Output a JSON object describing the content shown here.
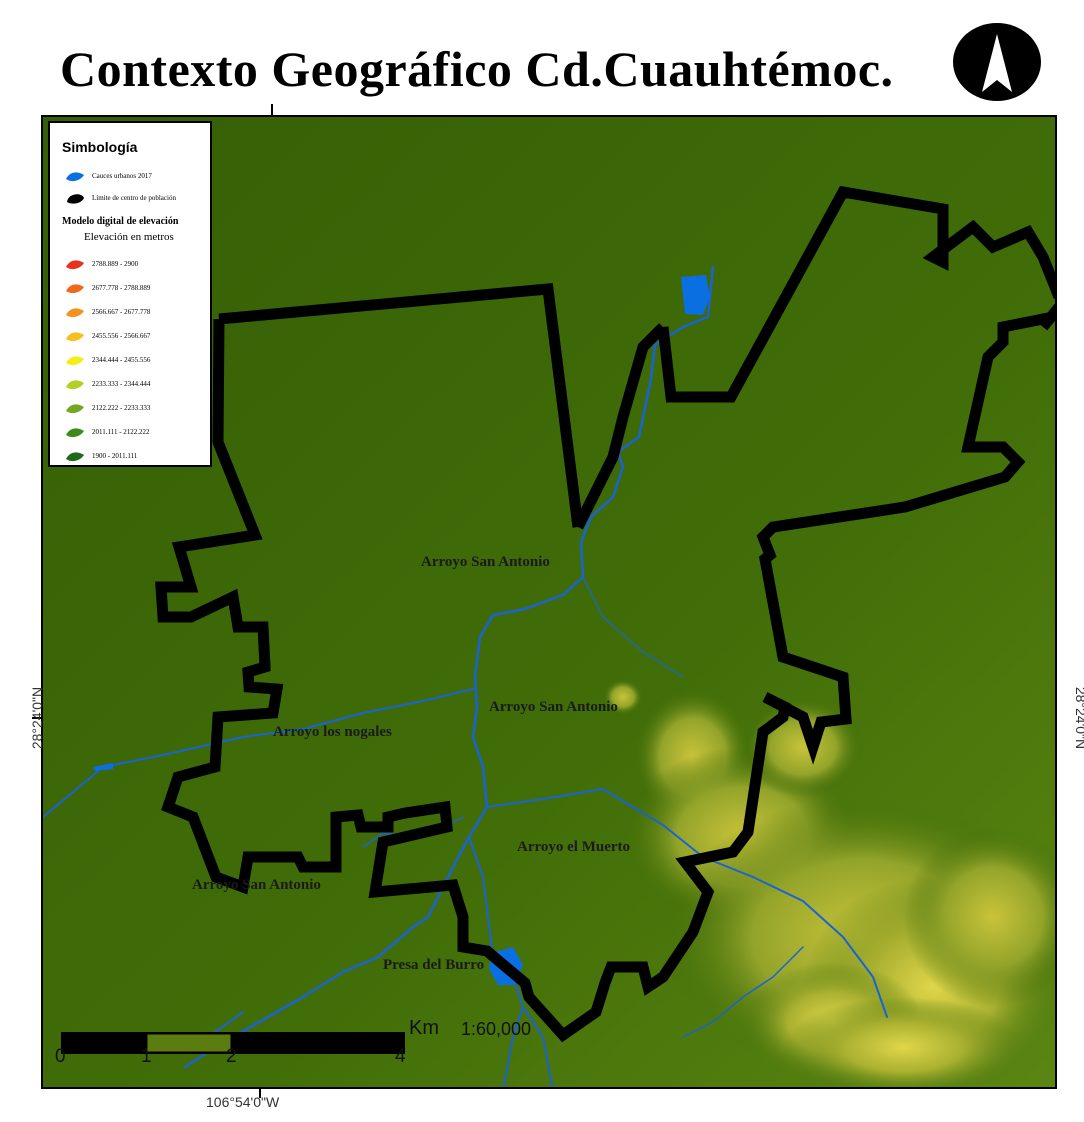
{
  "title": "Contexto Geográfico Cd.Cuauhtémoc.",
  "legend": {
    "title": "Simbología",
    "items": [
      {
        "label": "Cauces urbanos 2017",
        "color": "#0a6fe0"
      },
      {
        "label": "Límite de centro de población",
        "color": "#000000"
      }
    ],
    "dem_title": "Modelo digital de elevación",
    "dem_subtitle": "Elevación en metros",
    "classes": [
      {
        "label": "2788.889 - 2900",
        "color": "#e8321c"
      },
      {
        "label": "2677.778 - 2788.889",
        "color": "#f06a1e"
      },
      {
        "label": "2566.667 - 2677.778",
        "color": "#f3931f"
      },
      {
        "label": "2455.556 - 2566.667",
        "color": "#f6bf1f"
      },
      {
        "label": "2344.444 - 2455.556",
        "color": "#f3ee17"
      },
      {
        "label": "2233.333 - 2344.444",
        "color": "#b5cf22"
      },
      {
        "label": "2122.222 - 2233.333",
        "color": "#74a822"
      },
      {
        "label": "2011.111 - 2122.222",
        "color": "#3f8a1c"
      },
      {
        "label": "1900 - 2011.111",
        "color": "#1e6a1a"
      }
    ]
  },
  "labels": [
    {
      "text": "Arroyo San Antonio",
      "name": "label-arroyo-san-antonio-north"
    },
    {
      "text": "Arroyo San Antonio",
      "name": "label-arroyo-san-antonio-center"
    },
    {
      "text": "Arroyo los nogales",
      "name": "label-arroyo-los-nogales"
    },
    {
      "text": "Arroyo el Muerto",
      "name": "label-arroyo-el-muerto"
    },
    {
      "text": "Arroyo San Antonio",
      "name": "label-arroyo-san-antonio-southwest"
    },
    {
      "text": "Presa del Burro",
      "name": "label-presa-del-burro"
    }
  ],
  "scale": {
    "ticks": [
      "0",
      "1",
      "2",
      "4"
    ],
    "unit": "Km",
    "ratio": "1:60,000"
  },
  "coords": {
    "lat_left": "28°24'0\"N",
    "lat_right": "28°24'0\"N",
    "lon_bottom": "106°54'0\"W"
  },
  "colors": {
    "base_green": "#3e6a07",
    "rivers": "#1a63d4",
    "boundary": "#000000"
  }
}
